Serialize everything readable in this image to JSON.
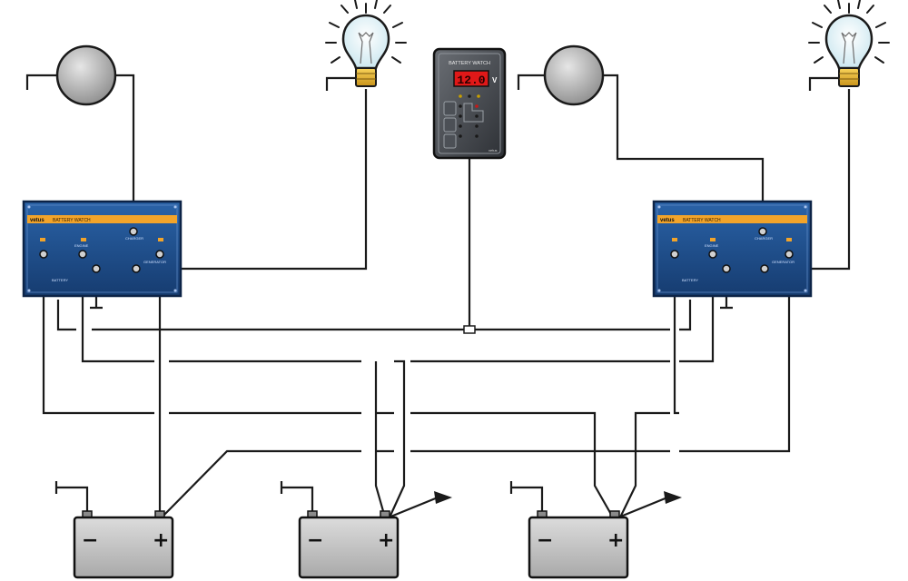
{
  "colors": {
    "panel_blue": "#1e4f8e",
    "panel_stripe": "#f2a42a",
    "display_red": "#e01818",
    "wire": "#1a1a1a",
    "battery_grey": "#c9c9c9"
  },
  "monitor": {
    "title": "BATTERY WATCH",
    "reading": "12.0",
    "unit": "V",
    "maker": "vetus"
  },
  "panels": [
    {
      "brand": "vetus",
      "title": "BATTERY WATCH",
      "labels": [
        "CHARGER",
        "ENGINE",
        "BATTERY",
        "GENERATOR"
      ]
    },
    {
      "brand": "vetus",
      "title": "BATTERY WATCH",
      "labels": [
        "CHARGER",
        "ENGINE",
        "BATTERY",
        "GENERATOR"
      ]
    }
  ],
  "batteries": [
    {
      "minus": "−",
      "plus": "+"
    },
    {
      "minus": "−",
      "plus": "+"
    },
    {
      "minus": "−",
      "plus": "+"
    }
  ],
  "icons": {
    "lamp": "light-bulb-icon",
    "sensor": "round-sensor-icon",
    "ground": "ground-symbol-icon",
    "arrow": "output-arrow-icon"
  }
}
